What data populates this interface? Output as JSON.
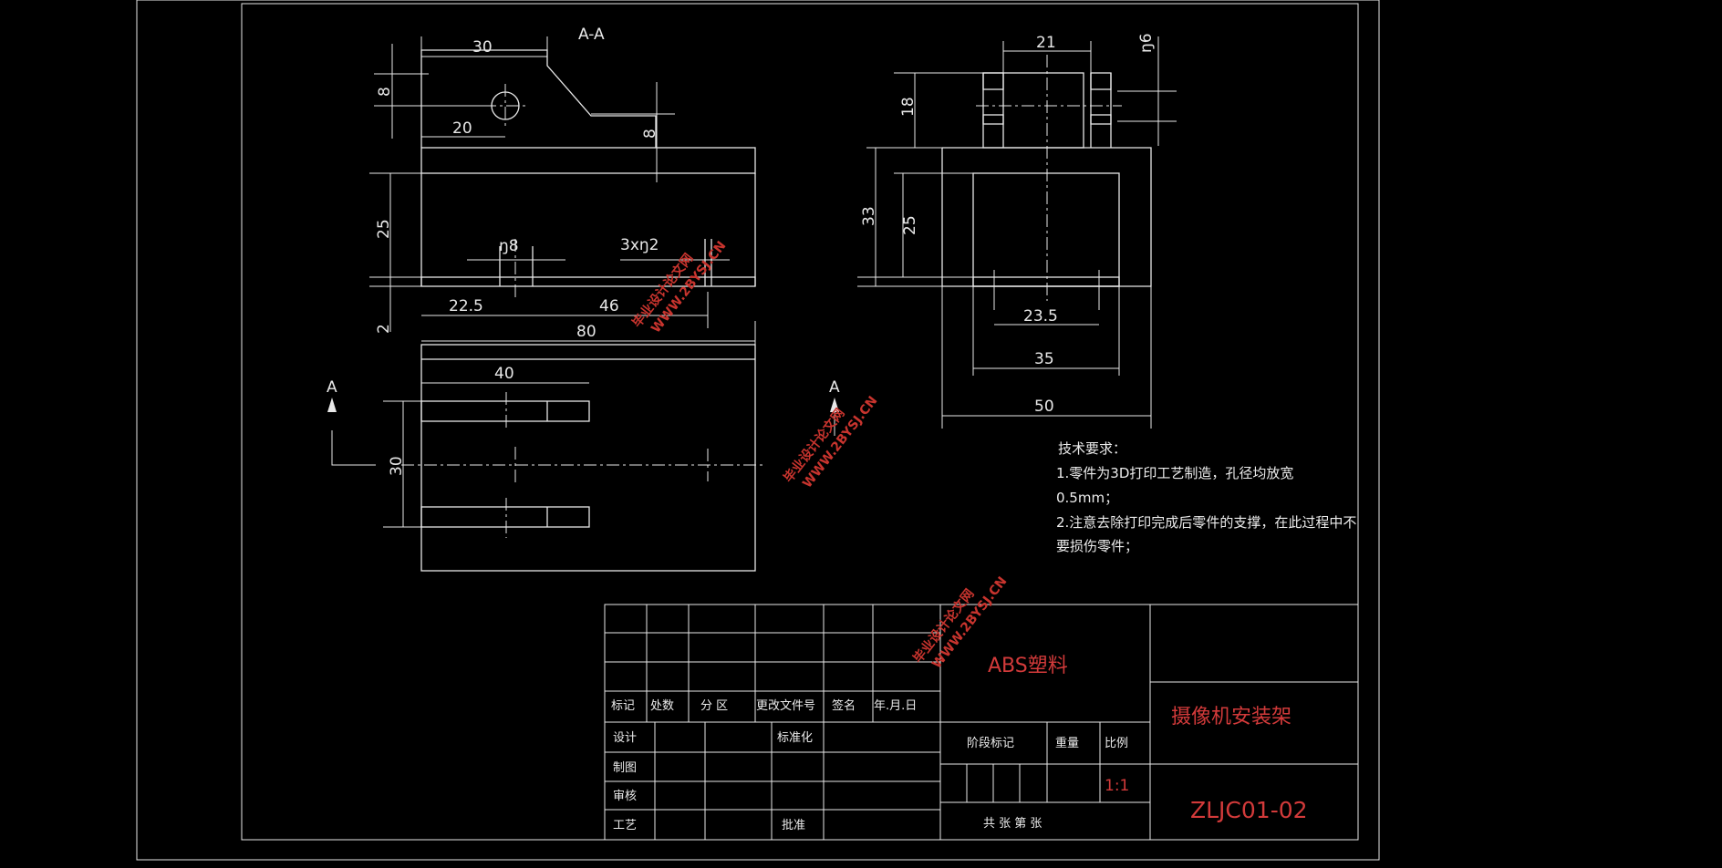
{
  "section_label": "A-A",
  "view_arrow_left": "A",
  "view_arrow_right": "A",
  "dims_section": {
    "d30": "30",
    "d8a": "8",
    "d20": "20",
    "d8b": "8",
    "d25": "25",
    "d2": "2",
    "dphi8": "ŋ8",
    "d3xphi2": "3xŋ2",
    "d22_5": "22.5",
    "d46": "46",
    "d80": "80"
  },
  "dims_top": {
    "d40": "40",
    "d30": "30"
  },
  "dims_side": {
    "d21": "21",
    "dphi6": "ŋ6",
    "d18": "18",
    "d33": "33",
    "d25": "25",
    "d23_5": "23.5",
    "d35": "35",
    "d50": "50"
  },
  "notes": {
    "title": "技术要求：",
    "line1": "1.零件为3D打印工艺制造，孔径均放宽",
    "line2": "0.5mm；",
    "line3": "2.注意去除打印完成后零件的支撑，在此过程中不",
    "line4": "要损伤零件；"
  },
  "watermark": {
    "url": "WWW.2BYSJ.CN",
    "cn": "毕业设计论文网"
  },
  "title_block": {
    "material": "ABS塑料",
    "part_name": "摄像机安装架",
    "drawing_no": "ZLJC01-02",
    "scale": "1:1",
    "h_mark": "标记",
    "h_count": "处数",
    "h_zone": "分 区",
    "h_docno": "更改文件号",
    "h_sign": "签名",
    "h_date": "年.月.日",
    "r_design": "设计",
    "r_std": "标准化",
    "r_draw": "制图",
    "r_check": "审核",
    "r_process": "工艺",
    "r_approve": "批准",
    "stage_mark": "阶段标记",
    "weight": "重量",
    "scale_label": "比例",
    "sheets": "共    张  第    张"
  }
}
